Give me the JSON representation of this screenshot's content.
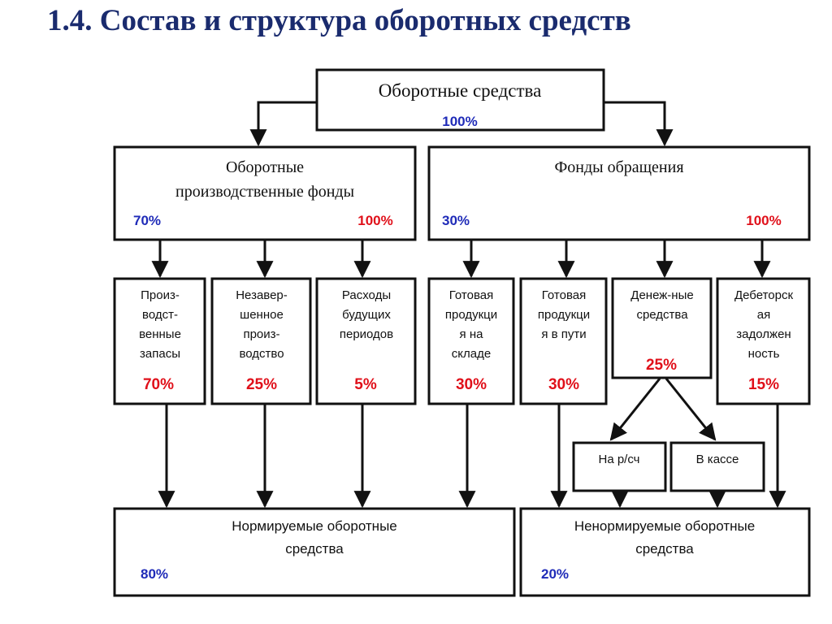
{
  "title": "1.4. Состав и структура оборотных средств",
  "colors": {
    "blue": "#1f2bb8",
    "red": "#e0101a",
    "ink": "#111111",
    "title": "#1a2b6e"
  },
  "root": {
    "label": "Оборотные средства",
    "percent": "100%"
  },
  "l1": {
    "prod": {
      "line1": "Оборотные",
      "line2": "производственные фонды",
      "left_pct": "70%",
      "right_pct": "100%"
    },
    "circ": {
      "line1": "Фонды обращения",
      "left_pct": "30%",
      "right_pct": "100%"
    }
  },
  "l2": [
    {
      "lines": [
        "Произ-",
        "водст-",
        "венные",
        "запасы"
      ],
      "pct": "70%"
    },
    {
      "lines": [
        "Незавер-",
        "шенное",
        "произ-",
        "водство"
      ],
      "pct": "25%"
    },
    {
      "lines": [
        "Расходы",
        "будущих",
        "периодов"
      ],
      "pct": "5%"
    },
    {
      "lines": [
        "Готовая",
        "продукци",
        "я на",
        "складе"
      ],
      "pct": "30%"
    },
    {
      "lines": [
        "Готовая",
        "продукци",
        "я в пути"
      ],
      "pct": "30%"
    },
    {
      "lines": [
        "Денеж-ные",
        "средства"
      ],
      "pct": "25%"
    },
    {
      "lines": [
        "Дебеторск",
        "ая",
        "задолжен",
        "ность"
      ],
      "pct": "15%"
    }
  ],
  "l3": {
    "account": "На р/сч",
    "cash": "В кассе"
  },
  "bottom": {
    "normed": {
      "line1": "Нормируемые оборотные",
      "line2": "средства",
      "pct": "80%"
    },
    "unnormed": {
      "line1": "Ненормируемые оборотные",
      "line2": "средства",
      "pct": "20%"
    }
  }
}
